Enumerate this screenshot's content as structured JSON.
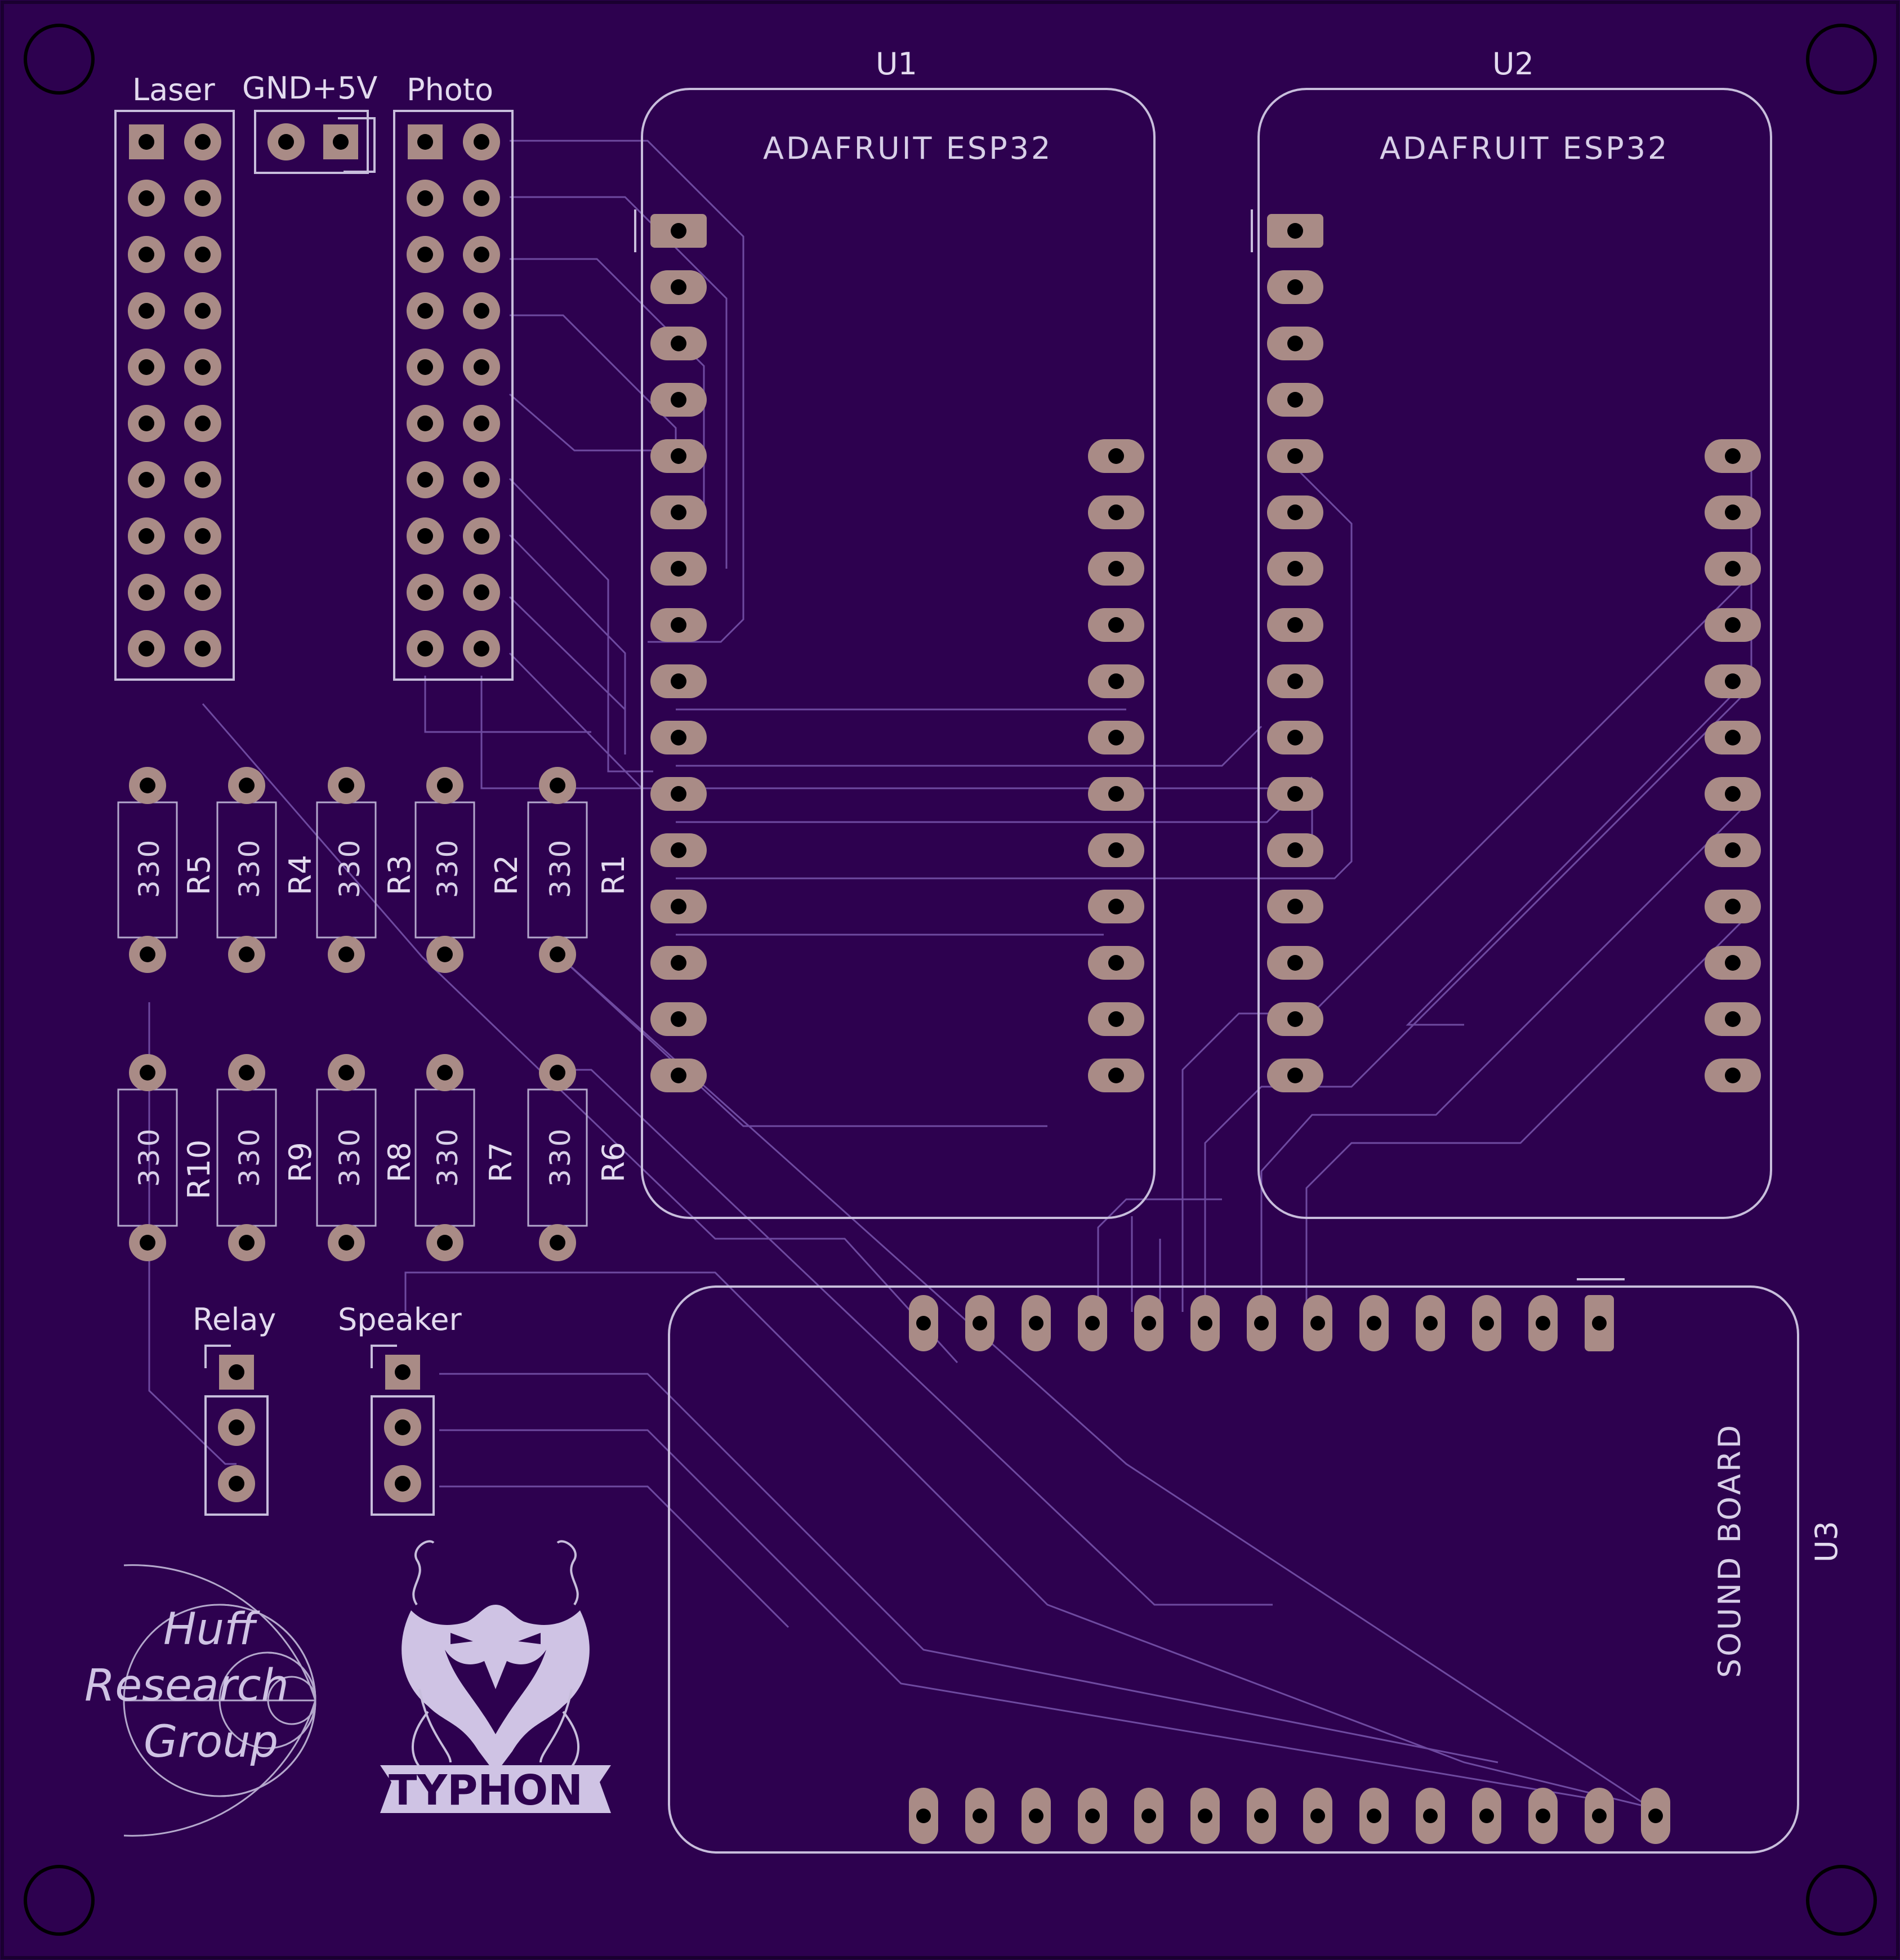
{
  "board": {
    "background": "#2d014f",
    "pad_color": "#a98b86",
    "silk_color": "#c8bedc"
  },
  "headers": {
    "laser": "Laser",
    "gnd5v": "GND+5V",
    "photo": "Photo",
    "relay": "Relay",
    "speaker": "Speaker"
  },
  "modules": {
    "u1": {
      "ref": "U1",
      "name": "ADAFRUIT ESP32"
    },
    "u2": {
      "ref": "U2",
      "name": "ADAFRUIT ESP32"
    },
    "u3": {
      "ref": "U3",
      "name": "SOUND BOARD"
    }
  },
  "resistors": [
    {
      "ref": "R1",
      "value": "330"
    },
    {
      "ref": "R2",
      "value": "330"
    },
    {
      "ref": "R3",
      "value": "330"
    },
    {
      "ref": "R4",
      "value": "330"
    },
    {
      "ref": "R5",
      "value": "330"
    },
    {
      "ref": "R6",
      "value": "330"
    },
    {
      "ref": "R7",
      "value": "330"
    },
    {
      "ref": "R8",
      "value": "330"
    },
    {
      "ref": "R9",
      "value": "330"
    },
    {
      "ref": "R10",
      "value": "330"
    }
  ],
  "logos": {
    "huff_line1": "Huff",
    "huff_line2": "Research",
    "huff_line3": "Group",
    "typhon": "TYPHON"
  }
}
